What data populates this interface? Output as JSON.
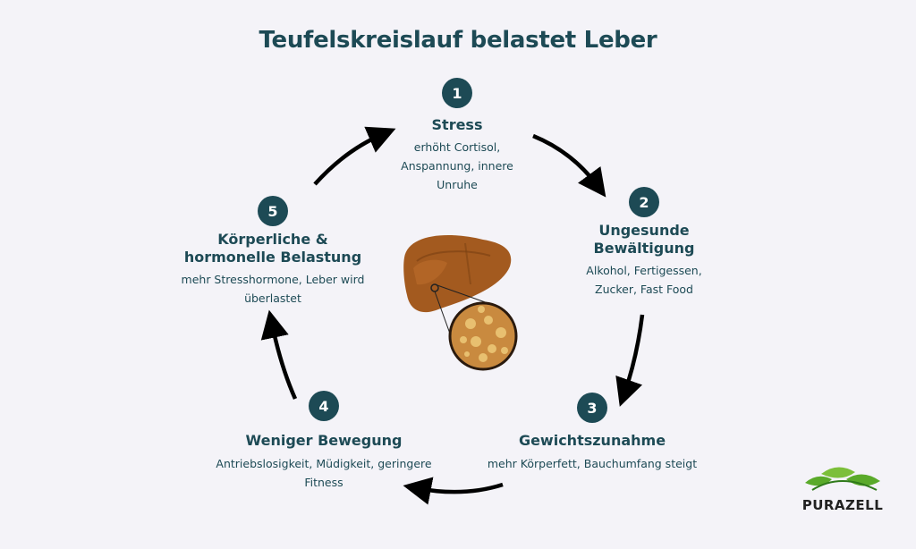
{
  "title": "Teufelskreislauf belastet Leber",
  "steps": [
    {
      "number": "1",
      "title": "Stress",
      "description": "erhöht Cortisol,\nAnspannung, innere\nUnruhe"
    },
    {
      "number": "2",
      "title": "Ungesunde\nBewältigung",
      "description": "Alkohol, Fertigessen,\nZucker, Fast Food"
    },
    {
      "number": "3",
      "title": "Gewichtszunahme",
      "description": "mehr Körperfett, Bauchumfang steigt"
    },
    {
      "number": "4",
      "title": "Weniger Bewegung",
      "description": "Antriebslosigkeit, Müdigkeit, geringere\nFitness"
    },
    {
      "number": "5",
      "title": "Körperliche &\nhormonelle Belastung",
      "description": "mehr Stresshormone, Leber wird\nüberlastet"
    }
  ],
  "logo": {
    "text": "PURAZELL"
  },
  "colors": {
    "primary": "#1d4a55",
    "background": "#f4f3f8",
    "liver": "#a35a1f",
    "logo_green": "#5aaa2a"
  }
}
